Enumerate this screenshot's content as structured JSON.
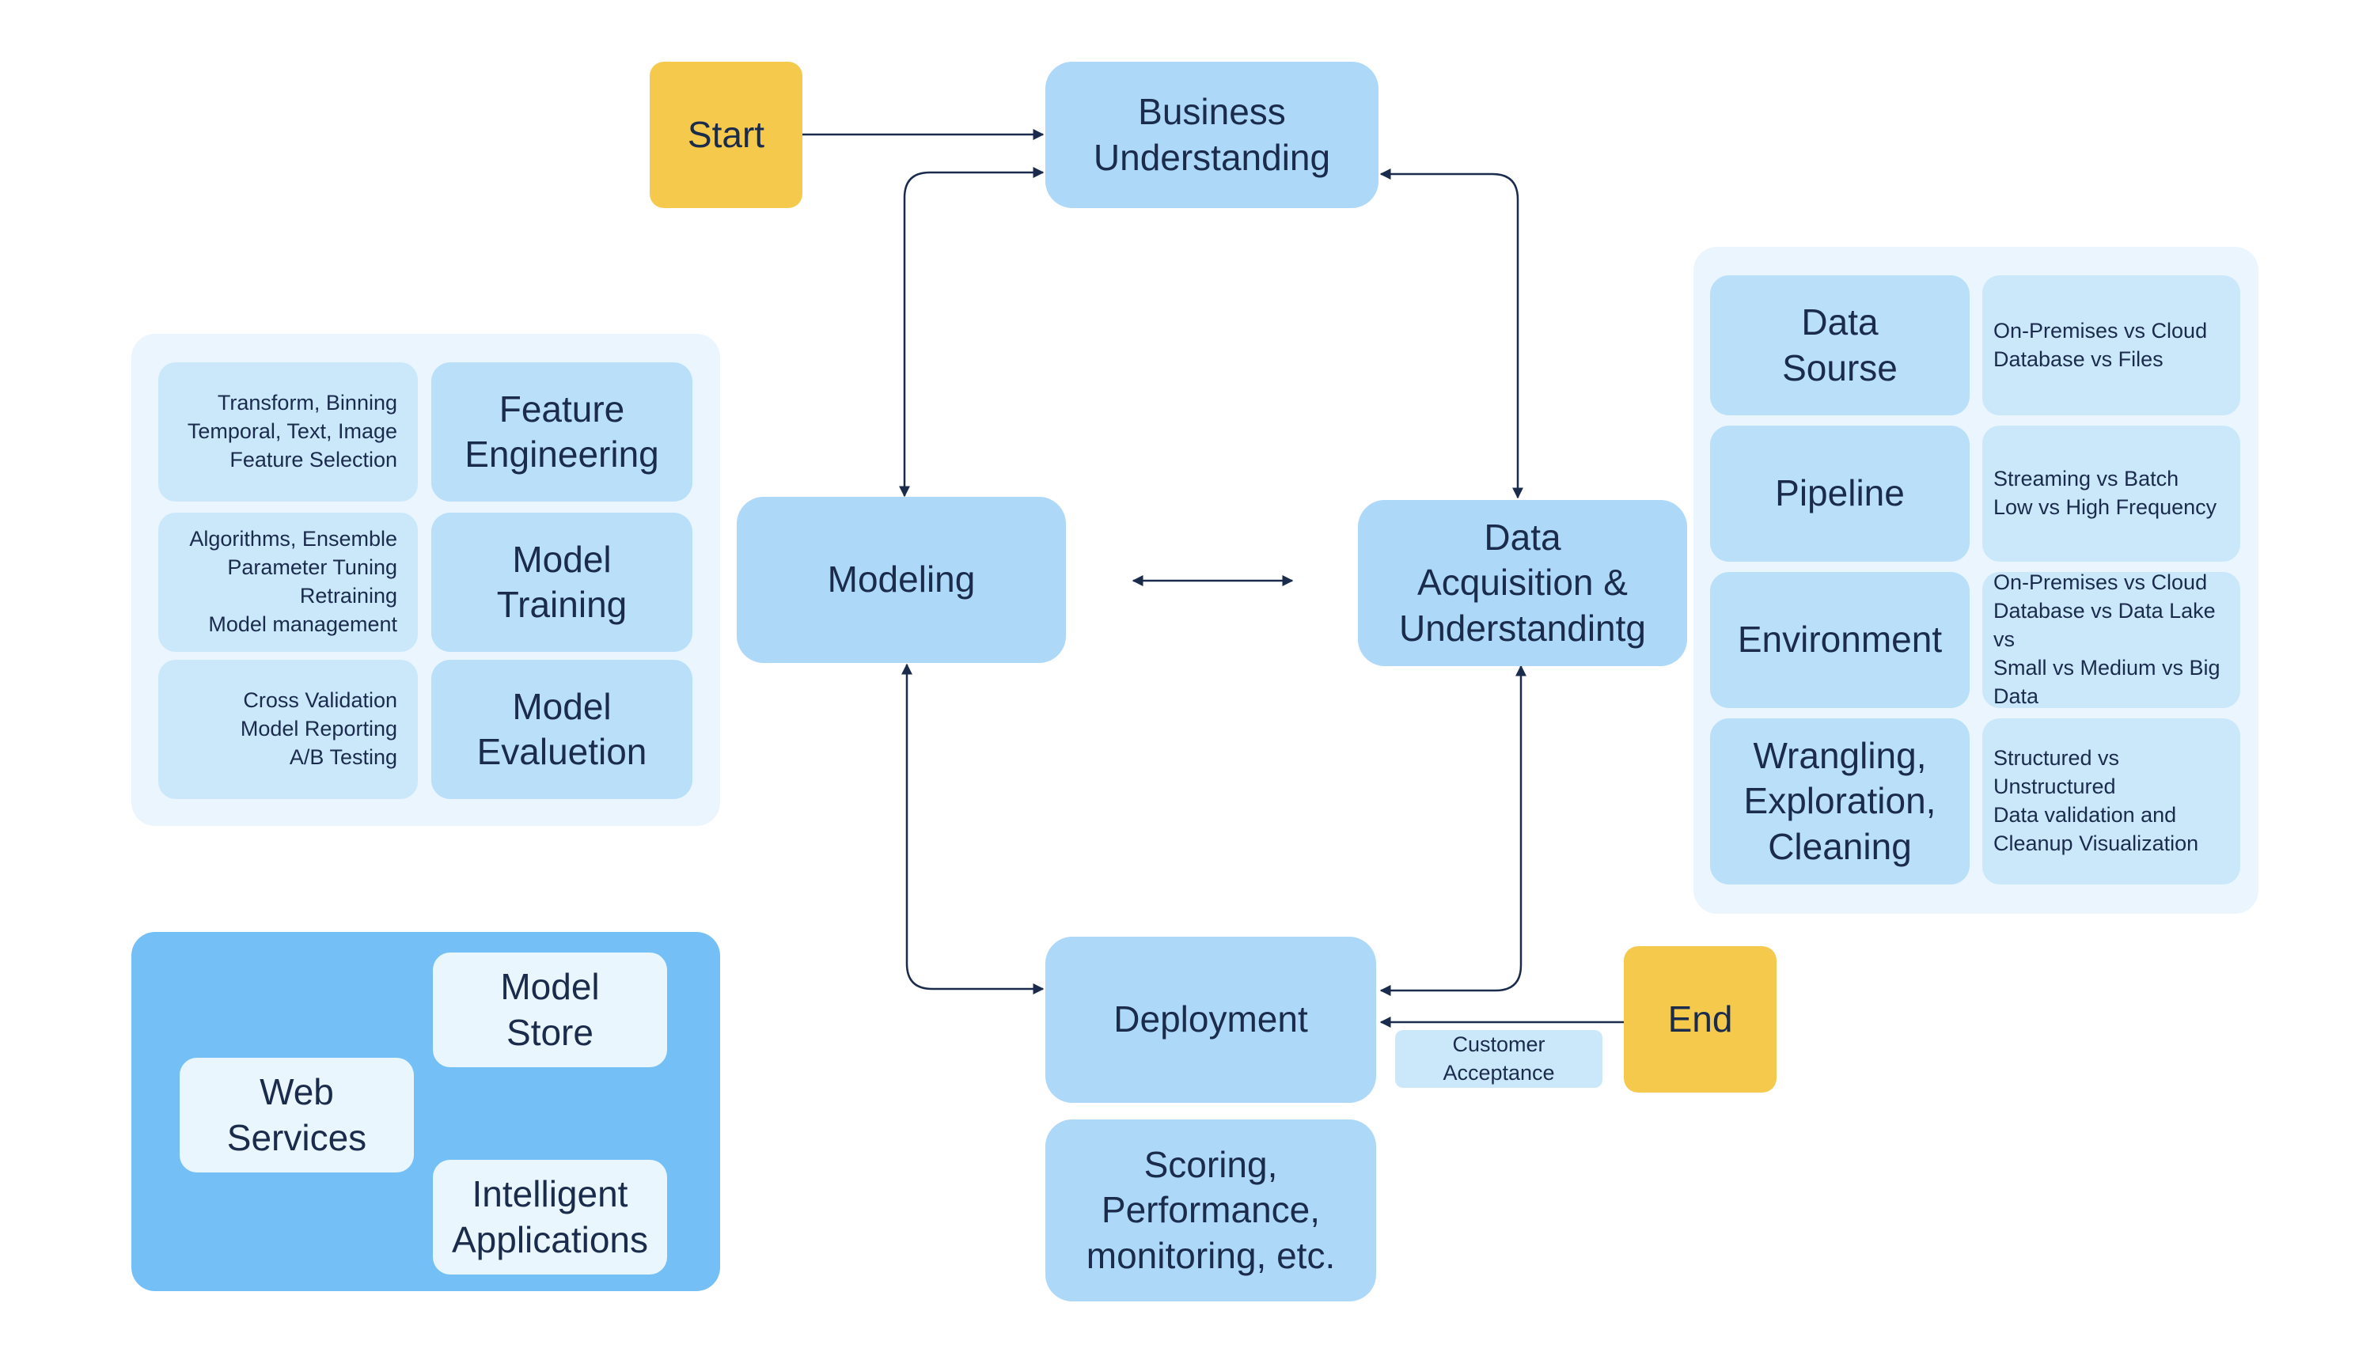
{
  "nodes": {
    "start": "Start",
    "business": "Business\nUnderstanding",
    "modeling": "Modeling",
    "data_acquisition": "Data\nAcquisition &\nUnderstandintg",
    "deployment": "Deployment",
    "end": "End",
    "scoring": "Scoring,\nPerformance,\nmonitoring, etc.",
    "customer_acceptance": "Customer\nAcceptance"
  },
  "modeling_panel": {
    "items": [
      {
        "detail": "Transform, Binning\nTemporal, Text, Image\nFeature Selection",
        "label": "Feature\nEngineering"
      },
      {
        "detail": "Algorithms, Ensemble\nParameter Tuning\nRetraining\nModel management",
        "label": "Model\nTraining"
      },
      {
        "detail": "Cross Validation\nModel Reporting\nA/B Testing",
        "label": "Model\nEvaluetion"
      }
    ]
  },
  "data_panel": {
    "items": [
      {
        "label": "Data\nSourse",
        "detail": "On-Premises vs Cloud\nDatabase vs Files"
      },
      {
        "label": "Pipeline",
        "detail": "Streaming vs Batch\nLow vs High Frequency"
      },
      {
        "label": "Environment",
        "detail": "On-Premises vs Cloud\nDatabase vs Data Lake vs\nSmall vs Medium vs Big\nData"
      },
      {
        "label": "Wrangling,\nExploration,\nCleaning",
        "detail": "Structured vs\nUnstructured\nData validation and\nCleanup Visualization"
      }
    ]
  },
  "deploy_panel": {
    "model_store": "Model\nStore",
    "web_services": "Web\nServices",
    "intelligent_apps": "Intelligent\nApplications"
  },
  "colors": {
    "main_box": "#add8f8",
    "start_end": "#f5c94b",
    "panel_bg": "#eaf5fd",
    "deploy_panel_bg": "#74bff6",
    "line": "#1a2b4c"
  }
}
